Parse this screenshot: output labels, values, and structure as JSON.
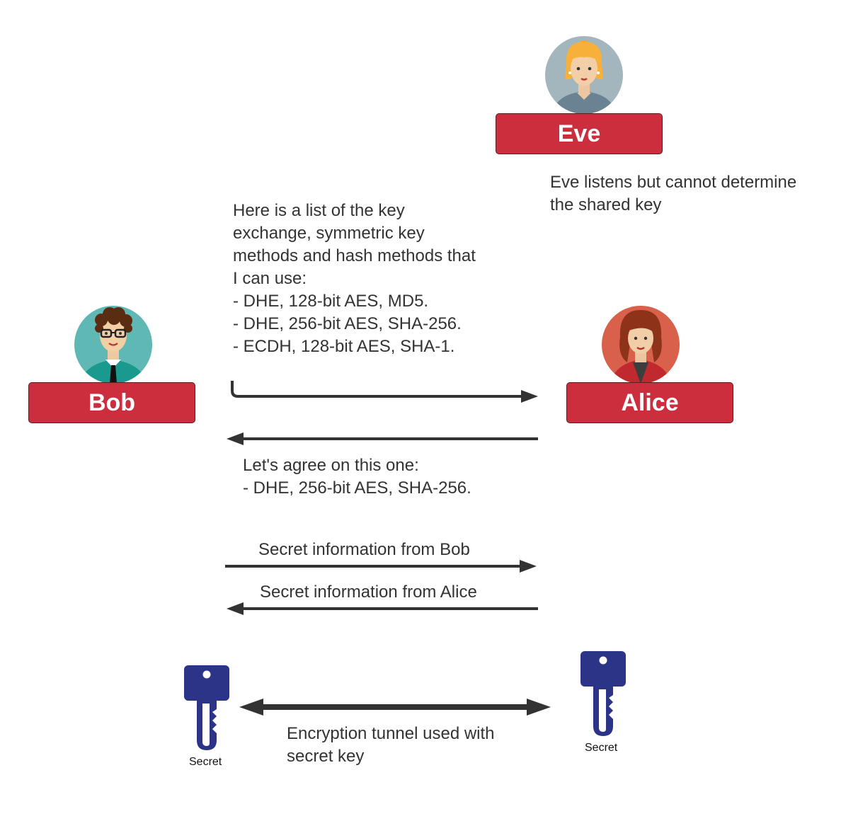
{
  "people": {
    "eve": {
      "name": "Eve",
      "caption": [
        "Eve listens but cannot determine",
        "the shared key"
      ]
    },
    "bob": {
      "name": "Bob"
    },
    "alice": {
      "name": "Alice"
    }
  },
  "messages": {
    "offer": [
      "Here is a list of the key",
      "exchange, symmetric key",
      "methods and hash methods that",
      "I can use:",
      "- DHE, 128-bit AES, MD5.",
      "- DHE, 256-bit AES, SHA-256.",
      "- ECDH, 128-bit AES, SHA-1."
    ],
    "agree": [
      "Let's agree on this one:",
      "- DHE, 256-bit AES, SHA-256."
    ],
    "secret_bob": "Secret information from Bob",
    "secret_alice": "Secret information from Alice",
    "tunnel": [
      "Encryption tunnel used with",
      "secret key"
    ]
  },
  "keys": {
    "left_label": "Secret",
    "right_label": "Secret"
  },
  "colors": {
    "name_box": "#cc2e3d",
    "key": "#2b3487",
    "arrow": "#333333"
  }
}
